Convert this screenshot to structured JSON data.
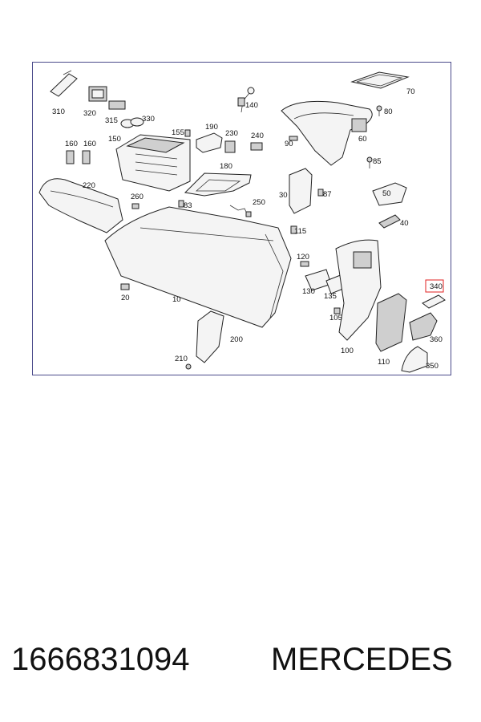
{
  "diagram": {
    "callouts": [
      "310",
      "320",
      "315",
      "330",
      "140",
      "70",
      "80",
      "155",
      "190",
      "230",
      "240",
      "150",
      "160",
      "160",
      "90",
      "60",
      "85",
      "180",
      "220",
      "260",
      "83",
      "250",
      "30",
      "87",
      "50",
      "40",
      "115",
      "120",
      "130",
      "135",
      "340",
      "105",
      "100",
      "110",
      "360",
      "350",
      "20",
      "10",
      "200",
      "210"
    ],
    "highlighted": "340",
    "highlight_color": "#e02020"
  },
  "footer": {
    "part_number": "1666831094",
    "brand": "MERCEDES"
  }
}
